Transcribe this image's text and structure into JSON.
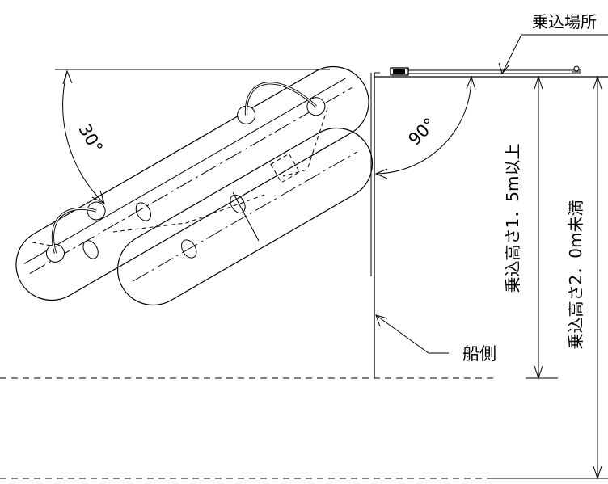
{
  "labels": {
    "boarding_place": "乗込場所",
    "angle_30": "30°",
    "angle_90": "90°",
    "height_min": "乗込高さ1．5m以上",
    "height_max": "乗込高さ2．0m未満",
    "ship_side": "船側"
  }
}
